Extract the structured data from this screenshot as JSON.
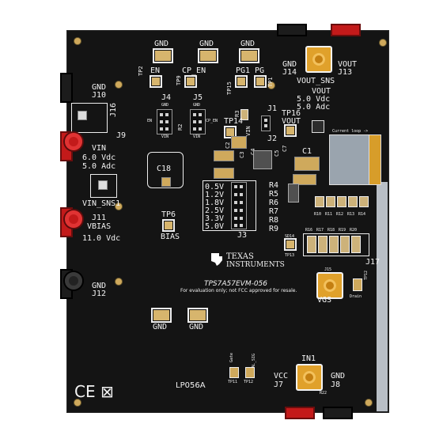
{
  "board": {
    "title": "TPS7A57EVM-056",
    "disclaimer": "For evaluation only; not FCC approved for resale.",
    "logo_line1": "TEXAS",
    "logo_line2": "INSTRUMENTS",
    "board_code": "LP056A",
    "compliance_marks": "CE ⊠"
  },
  "labels": {
    "gnd_top1": "GND",
    "gnd_top2": "GND",
    "gnd_top3": "GND",
    "tp2": "TP2",
    "en": "EN",
    "tp9": "TP9",
    "cp_en": "CP_EN",
    "tp15": "TP15",
    "pg1": "PG1",
    "pg": "PG",
    "tp1": "TP1",
    "gnd_j14": "GND",
    "j14": "J14",
    "vout_top": "VOUT",
    "j13": "J13",
    "vout_sns": "VOUT_SNS",
    "vout_spec1": "VOUT",
    "vout_spec2": "5.0 Vdc",
    "vout_spec3": "5.0 Adc",
    "gnd_j10": "GND",
    "j10": "J10",
    "j16": "J16",
    "j4": "J4",
    "j5": "J5",
    "j4_gnd": "GND",
    "j4_en": "EN",
    "j4_vin": "VIN",
    "j5_gnd": "GND",
    "j5_cpen": "CP_EN",
    "j5_vin": "VIN",
    "r2": "R2",
    "r3": "R3",
    "j1": "J1",
    "tp14": "TP14",
    "vin_small": "VIN",
    "tp16": "TP16",
    "vout_small": "VOUT",
    "j2": "J2",
    "j9": "J9",
    "vin": "VIN",
    "vin_spec1": "6.0 Vdc",
    "vin_spec2": "5.0 Adc",
    "c2": "C2",
    "c3": "C3",
    "c4": "C4",
    "c5": "C5",
    "c7": "C7",
    "c1": "C1",
    "c18": "C18",
    "current_loop": "Current loop ->",
    "vin_sns1": "VIN_SNS1",
    "j11": "J11",
    "vbias": "VBIAS",
    "vbias_spec": "11.0 Vdc",
    "tp6": "TP6",
    "bias": "BIAS",
    "volt_options": [
      "0.5V",
      "1.2V",
      "1.8V",
      "2.5V",
      "3.3V",
      "5.0V"
    ],
    "r_labels": [
      "R4",
      "R5",
      "R6",
      "R7",
      "R8",
      "R9"
    ],
    "j3": "J3",
    "r_row1": [
      "R10",
      "R11",
      "R12",
      "R13",
      "R14"
    ],
    "r_row2": [
      "R16",
      "R17",
      "R18",
      "R19",
      "R20"
    ],
    "sd14": "SD14",
    "tp13": "TP13",
    "j17": "J17",
    "j15": "J15",
    "vgs": "VGS",
    "tp12": "TP12",
    "drain": "Drain",
    "gnd_j12": "GND",
    "j12": "J12",
    "gnd_bot1": "GND",
    "gnd_bot2": "GND",
    "in1": "IN1",
    "vcc": "VCC",
    "j7": "J7",
    "gnd_j8": "GND",
    "j8": "J8",
    "tp11": "TP11",
    "tp12b": "TP12",
    "gate": "Gate",
    "cal": "CAL_SIG",
    "r22": "R22"
  }
}
